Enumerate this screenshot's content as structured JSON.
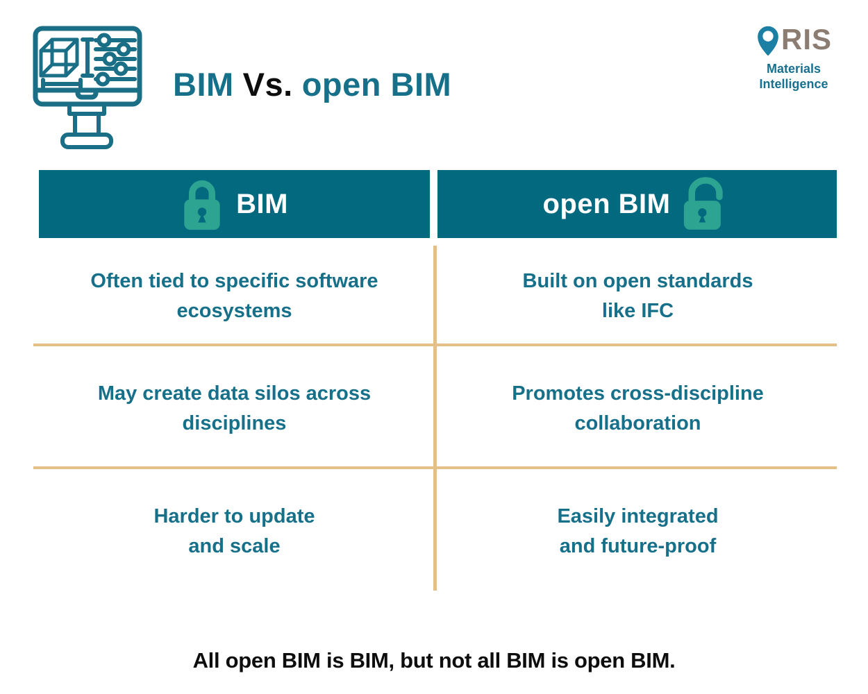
{
  "header": {
    "title": {
      "left": "BIM",
      "middle": "Vs.",
      "right": "open BIM"
    },
    "logo": {
      "name": "ORIS",
      "ris": "RIS",
      "tagline": "Materials\nIntelligence"
    }
  },
  "table": {
    "columns": [
      {
        "label": "BIM",
        "lock": "closed"
      },
      {
        "label": "open BIM",
        "lock": "open"
      }
    ],
    "rows": [
      {
        "bim": "Often tied to specific software\necosystems",
        "open_bim": "Built on open standards\nlike IFC"
      },
      {
        "bim": "May create data silos across\ndisciplines",
        "open_bim": "Promotes cross-discipline\ncollaboration"
      },
      {
        "bim": "Harder to update\nand scale",
        "open_bim": "Easily integrated\nand future-proof"
      }
    ]
  },
  "footer": {
    "text": "All open BIM is BIM, but not all BIM is open BIM."
  },
  "icons": {
    "top_left": "bim-monitor-icon",
    "column_bim": "closed-padlock-icon",
    "column_open_bim": "open-padlock-icon",
    "logo_o": "map-pin-o-icon"
  },
  "colors": {
    "header_bg": "#03697F",
    "text_teal": "#16708A",
    "lock_green": "#2DA392",
    "divider_tan": "#E5BF88",
    "logo_taupe": "#8B7D72",
    "logo_pin": "#1C7FA4",
    "logo_tagline": "#17708F",
    "icon_stroke": "#1A6E86"
  }
}
